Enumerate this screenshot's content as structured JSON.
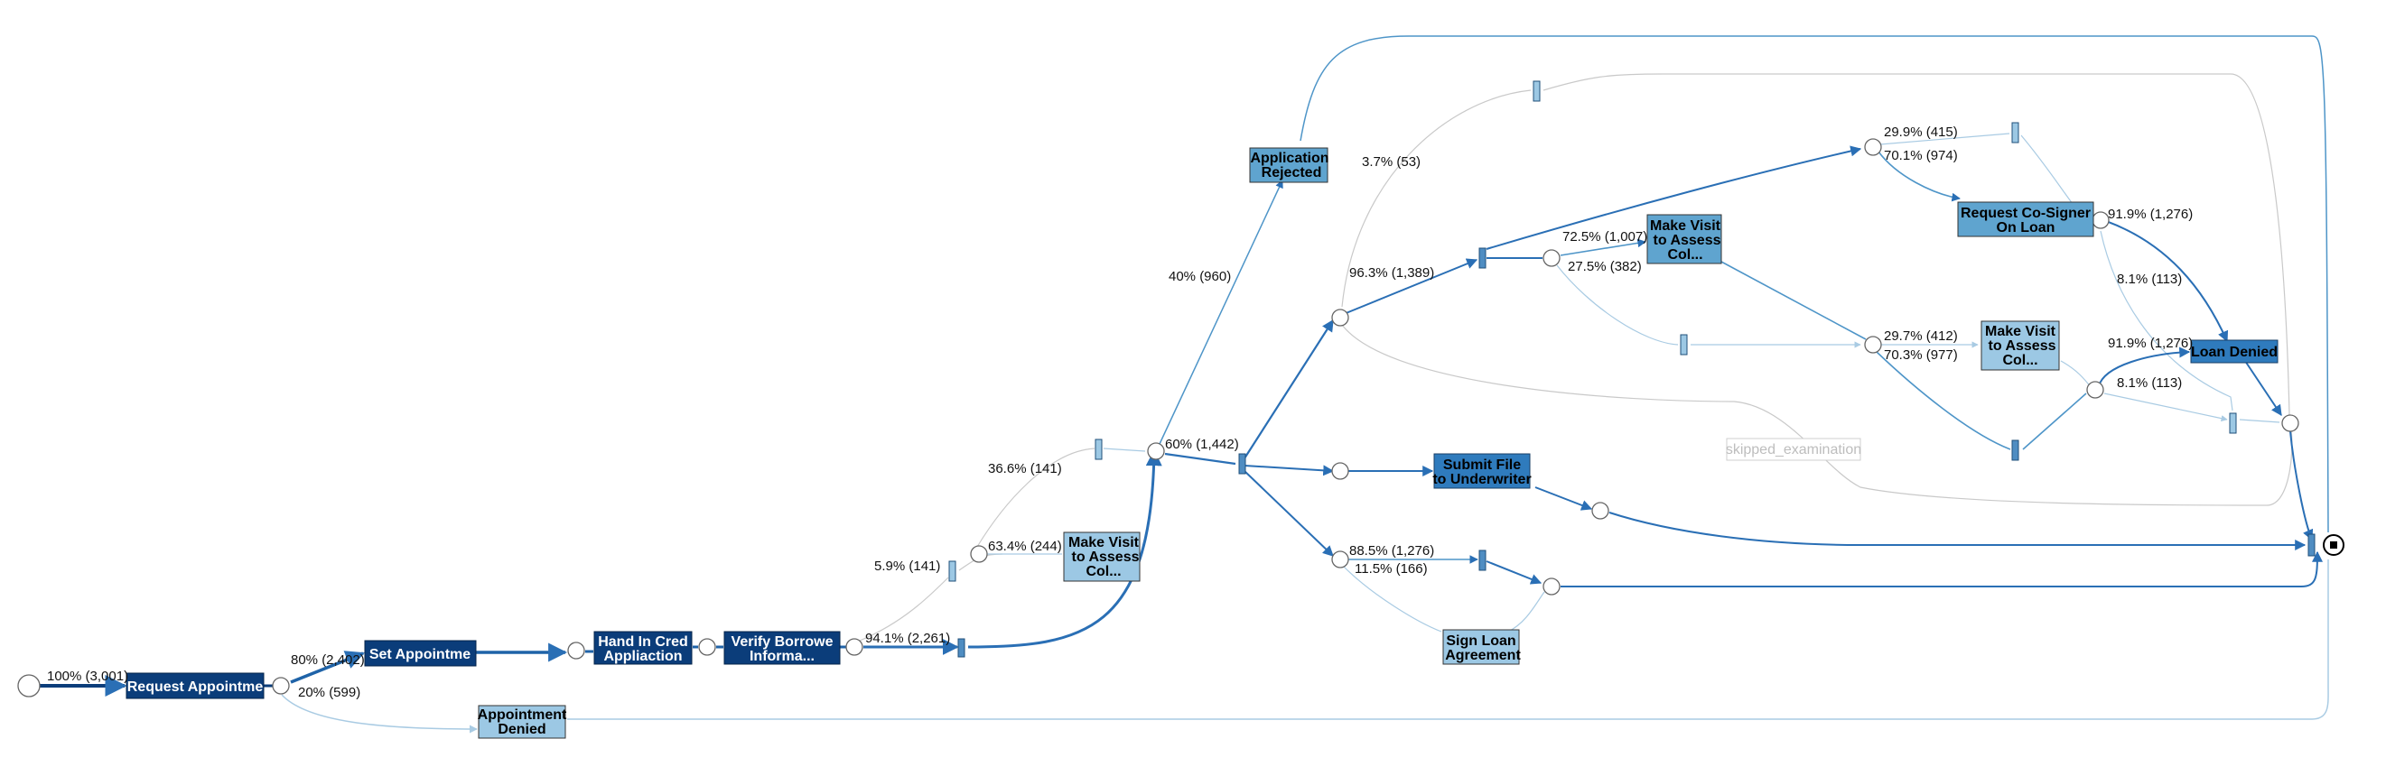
{
  "diagram": {
    "end_marker": "■",
    "start_marker": "·"
  },
  "colors": {
    "dark": "#0b3d7a",
    "mid": "#1f63a8",
    "light": "#5fa4cf",
    "pale": "#9cc8e4",
    "edge_strong": "#2a6fb5",
    "edge_mid": "#4e95c8",
    "edge_light": "#a9cbe3",
    "edge_gray": "#c9c9c9"
  },
  "activities": {
    "request_appointment": "Request Appointme",
    "set_appointment": "Set Appointme",
    "hand_in_credit_line1": "Hand In Cred",
    "hand_in_credit_line2": "Appliaction",
    "verify_borrower_line1": "Verify Borrowe",
    "verify_borrower_line2": "Informa...",
    "appointment_denied_line1": "Appointment",
    "appointment_denied_line2": "Denied",
    "make_visit_1_line1": "Make Visit",
    "make_visit_1_line2": "to Assess",
    "make_visit_1_line3": "Col...",
    "application_rejected_line1": "Application",
    "application_rejected_line2": "Rejected",
    "make_visit_2_line1": "Make Visit",
    "make_visit_2_line2": "to Assess",
    "make_visit_2_line3": "Col...",
    "make_visit_3_line1": "Make Visit",
    "make_visit_3_line2": "to Assess",
    "make_visit_3_line3": "Col...",
    "request_cosigner_line1": "Request Co-Signer",
    "request_cosigner_line2": "On Loan",
    "loan_denied": "Loan Denied",
    "submit_file_line1": "Submit File",
    "submit_file_line2": "to Underwriter",
    "sign_loan_line1": "Sign Loan",
    "sign_loan_line2": "Agreement",
    "skipped_examination": "skipped_examination"
  },
  "edge_labels": {
    "start": "100% (3,001)",
    "to_set": "80% (2,402)",
    "to_denied": "20% (599)",
    "verify_main": "94.1% (2,261)",
    "verify_alt": "5.9% (141)",
    "visit1_a": "63.4% (244)",
    "visit1_b": "36.6% (141)",
    "to_rejected": "40% (960)",
    "to_main": "60% (1,442)",
    "skip_a": "3.7% (53)",
    "skip_b": "96.3% (1,389)",
    "visit2_a": "72.5% (1,007)",
    "visit2_b": "27.5% (382)",
    "cosign_a": "29.9% (415)",
    "cosign_b": "70.1% (974)",
    "visit3_a": "29.7% (412)",
    "visit3_b": "70.3% (977)",
    "loan_denied_a": "91.9% (1,276)",
    "loan_denied_b": "8.1% (113)",
    "loan_denied_c": "91.9% (1,276)",
    "loan_denied_d": "8.1% (113)",
    "sign_a": "88.5% (1,276)",
    "sign_b": "11.5% (166)"
  }
}
